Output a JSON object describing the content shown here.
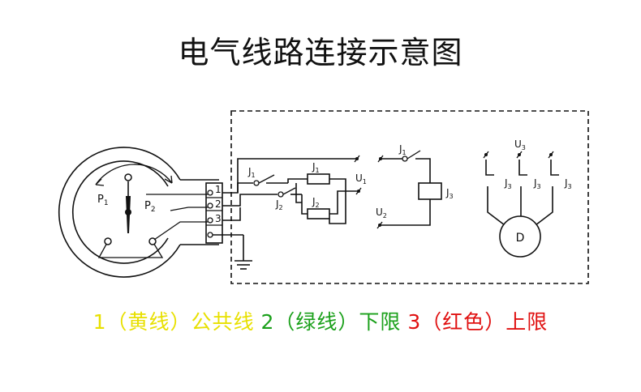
{
  "title": "电气线路连接示意图",
  "labels": {
    "p1": "P",
    "p1_sub": "1",
    "p2": "P",
    "p2_sub": "2",
    "t1": "1",
    "t2": "2",
    "t3": "3",
    "j1_a": "J",
    "j1_a_sub": "1",
    "j1_b": "J",
    "j1_b_sub": "1",
    "j1_c": "J",
    "j1_c_sub": "1",
    "j2_a": "J",
    "j2_a_sub": "2",
    "j2_b": "J",
    "j2_b_sub": "2",
    "j3_coil": "J",
    "j3_coil_sub": "3",
    "j3_a": "J",
    "j3_a_sub": "3",
    "j3_b": "J",
    "j3_b_sub": "3",
    "j3_c": "J",
    "j3_c_sub": "3",
    "u1": "U",
    "u1_sub": "1",
    "u2": "U",
    "u2_sub": "2",
    "u3": "U",
    "u3_sub": "3",
    "motor": "D"
  },
  "legend": [
    {
      "text": "1（黄线）公共线",
      "color": "#e8e000"
    },
    {
      "text": "2（绿线）下限",
      "color": "#1aa01a"
    },
    {
      "text": "3（红色）上限",
      "color": "#e01010"
    }
  ]
}
